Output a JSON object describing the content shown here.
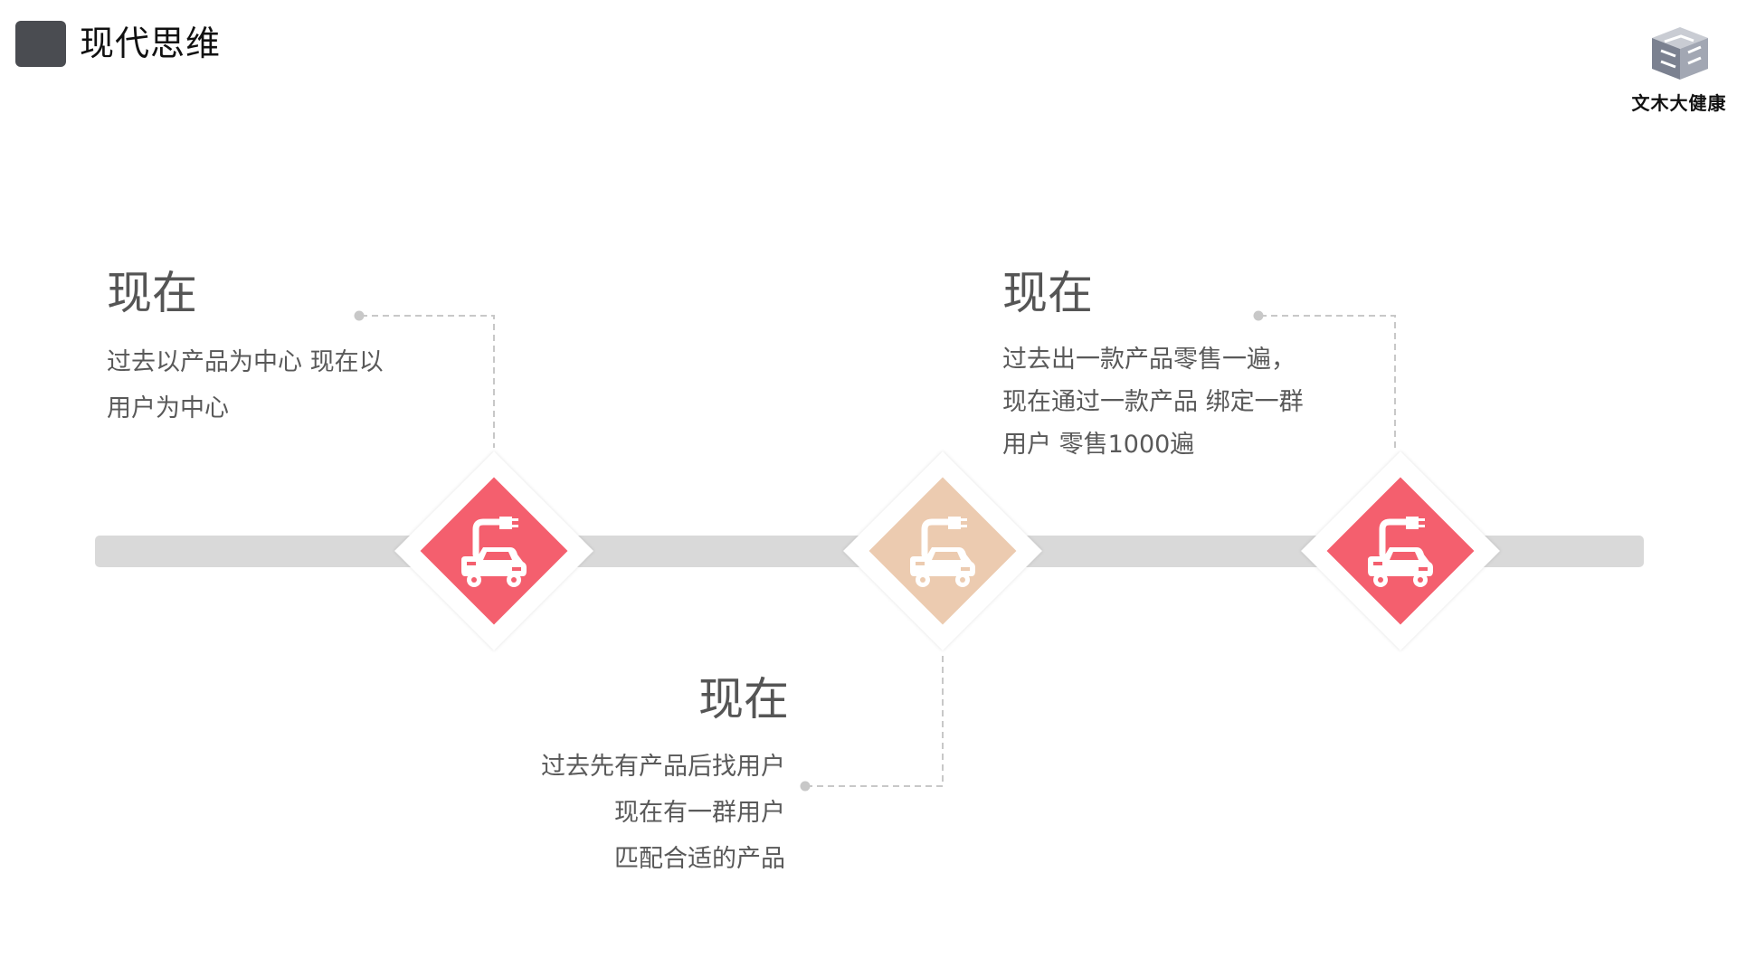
{
  "header": {
    "title": "现代思维"
  },
  "logo": {
    "text": "文木大健康",
    "icon": "cube-logo-icon"
  },
  "colors": {
    "red": "#f45f6e",
    "peach": "#eccbb0",
    "bar": "#d9d9d9",
    "dashed": "#c8c8c8"
  },
  "milestones": [
    {
      "heading": "现在",
      "lines": [
        "过去以产品为中心  现在以",
        "用户为中心"
      ],
      "icon": "crane-truck-icon",
      "color": "red"
    },
    {
      "heading": "现在",
      "lines": [
        "过去先有产品后找用户",
        "现在有一群用户",
        "匹配合适的产品"
      ],
      "icon": "crane-truck-icon",
      "color": "peach"
    },
    {
      "heading": "现在",
      "lines": [
        "过去出一款产品零售一遍，",
        "现在通过一款产品  绑定一群",
        "用户  零售1000遍"
      ],
      "icon": "crane-truck-icon",
      "color": "red"
    }
  ]
}
